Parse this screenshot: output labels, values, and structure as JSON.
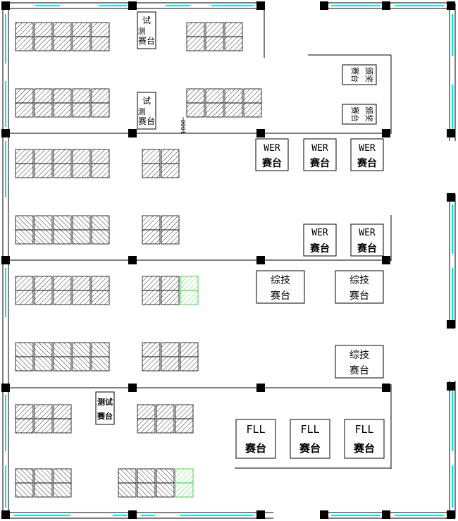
{
  "labels": {
    "test_stage": [
      "测试",
      "赛台"
    ],
    "test_stage_rotated": [
      "试",
      "赛台",
      "测"
    ],
    "award_stage": [
      "颁奖",
      "赛台"
    ],
    "wer_stage": [
      "WER",
      "赛台"
    ],
    "comprehensive_stage": [
      "综技",
      "赛台"
    ],
    "fll_stage": [
      "FLL",
      "赛台"
    ],
    "dimension": "1000"
  },
  "colors": {
    "line": "#000000",
    "window": "#00e5e5",
    "highlight_table": "#22cc22"
  },
  "plan": {
    "columns": [
      8,
      188,
      370,
      548
    ],
    "rows": [
      8,
      189,
      369,
      550,
      730
    ],
    "table_groups": [
      {
        "id": "r1-left",
        "cols": 5,
        "rows": 2,
        "highlight": false
      },
      {
        "id": "r1-mid",
        "cols": 3,
        "rows": 2,
        "highlight": false
      },
      {
        "id": "r2-left",
        "cols": 5,
        "rows": 2,
        "highlight": false
      },
      {
        "id": "r2-mid",
        "cols": 4,
        "rows": 2,
        "highlight": false
      },
      {
        "id": "r3-left",
        "cols": 5,
        "rows": 2,
        "highlight": false
      },
      {
        "id": "r3-mid",
        "cols": 2,
        "rows": 2,
        "highlight": false
      },
      {
        "id": "r4-left",
        "cols": 5,
        "rows": 2,
        "highlight": false
      },
      {
        "id": "r4-mid",
        "cols": 2,
        "rows": 2,
        "highlight": false
      },
      {
        "id": "r5-left",
        "cols": 5,
        "rows": 2,
        "highlight": false
      },
      {
        "id": "r5-mid",
        "cols": 2,
        "rows": 2,
        "highlight": false
      },
      {
        "id": "r5-mid-green",
        "cols": 1,
        "rows": 2,
        "highlight": true
      },
      {
        "id": "r6-left",
        "cols": 5,
        "rows": 2,
        "highlight": false
      },
      {
        "id": "r6-mid",
        "cols": 3,
        "rows": 2,
        "highlight": false
      },
      {
        "id": "r7-left",
        "cols": 3,
        "rows": 2,
        "highlight": false
      },
      {
        "id": "r7-mid",
        "cols": 3,
        "rows": 2,
        "highlight": false
      },
      {
        "id": "r8-left",
        "cols": 3,
        "rows": 2,
        "highlight": false
      },
      {
        "id": "r8-mid",
        "cols": 3,
        "rows": 2,
        "highlight": false
      },
      {
        "id": "r8-mid-green",
        "cols": 1,
        "rows": 2,
        "highlight": true
      }
    ]
  }
}
